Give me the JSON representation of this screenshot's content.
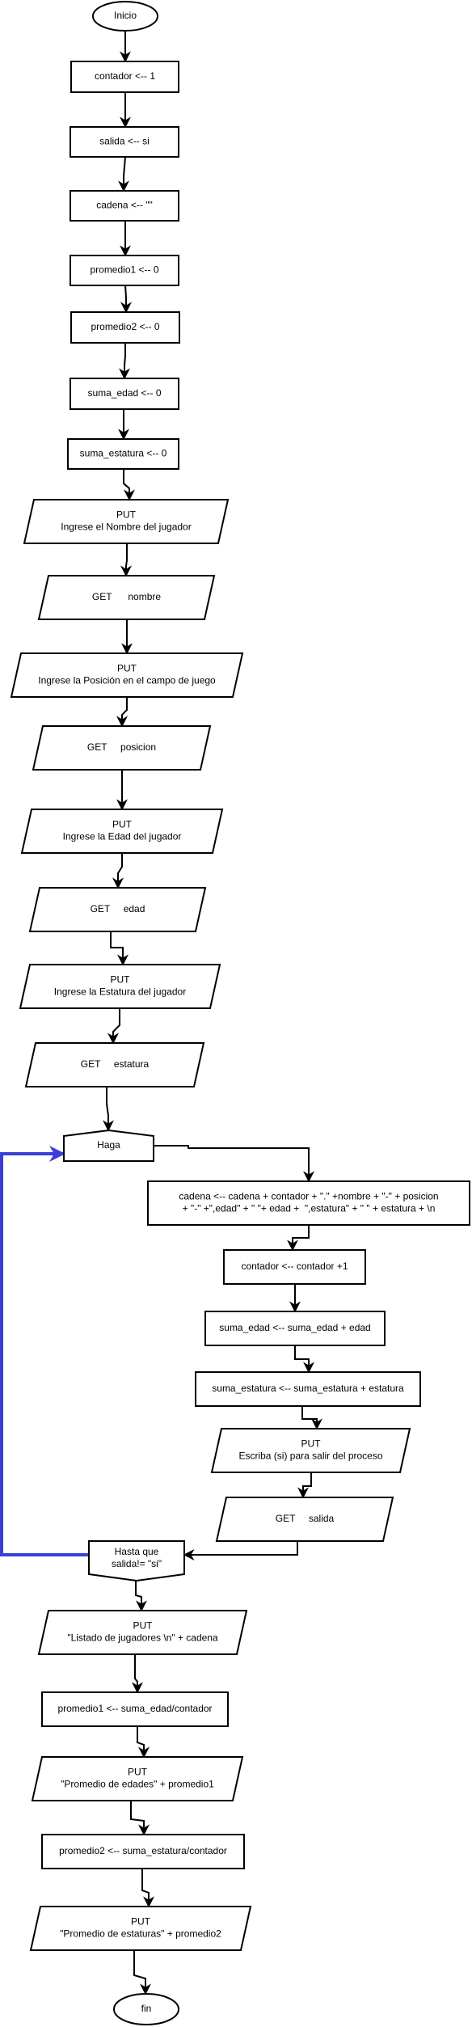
{
  "nodes": {
    "inicio": [
      "Inicio"
    ],
    "n_contador": [
      "contador <-- 1"
    ],
    "n_salida": [
      "salida <-- si"
    ],
    "n_cadena": [
      "cadena <-- \"\""
    ],
    "n_prom1": [
      "promedio1 <-- 0"
    ],
    "n_prom2": [
      "promedio2 <-- 0"
    ],
    "n_sedad": [
      "suma_edad <-- 0"
    ],
    "n_sest": [
      "suma_estatura <-- 0"
    ],
    "p_nombre": [
      "PUT",
      "Ingrese el Nombre del jugador"
    ],
    "g_nombre": [
      "GET      nombre"
    ],
    "p_pos": [
      "PUT",
      "Ingrese la Posición en el campo de juego"
    ],
    "g_pos": [
      "GET     posicion"
    ],
    "p_edad": [
      "PUT",
      "Ingrese la Edad del jugador"
    ],
    "g_edad": [
      "GET     edad"
    ],
    "p_est": [
      "PUT",
      "Ingrese la Estatura del jugador"
    ],
    "g_est": [
      "GET     estatura"
    ],
    "haga": [
      "Haga"
    ],
    "concat": [
      "cadena <-- cadena + contador + \".\" +nombre + \"-\" + posicion",
      "+ \"-\" +\",edad\" + \" \"+ edad +  \",estatura\" + \" \" + estatura + \\n"
    ],
    "inc": [
      "contador <-- contador +1"
    ],
    "acc_edad": [
      "suma_edad <-- suma_edad + edad"
    ],
    "acc_est": [
      "suma_estatura <-- suma_estatura + estatura"
    ],
    "p_salir": [
      "PUT",
      "Escriba (si) para salir del proceso"
    ],
    "g_salida": [
      "GET     salida"
    ],
    "hasta": [
      "Hasta que",
      "salida!= \"si\""
    ],
    "p_lista": [
      "PUT",
      "\"Listado de jugadores \\n\" + cadena"
    ],
    "calc1": [
      "promedio1 <-- suma_edad/contador"
    ],
    "p_prom1": [
      "PUT",
      "\"Promedio de edades\" + promedio1"
    ],
    "calc2": [
      "promedio2 <-- suma_estatura/contador"
    ],
    "p_prom2": [
      "PUT",
      "\"Promedio de estaturas\" + promedio2"
    ],
    "fin": [
      "fin"
    ]
  }
}
